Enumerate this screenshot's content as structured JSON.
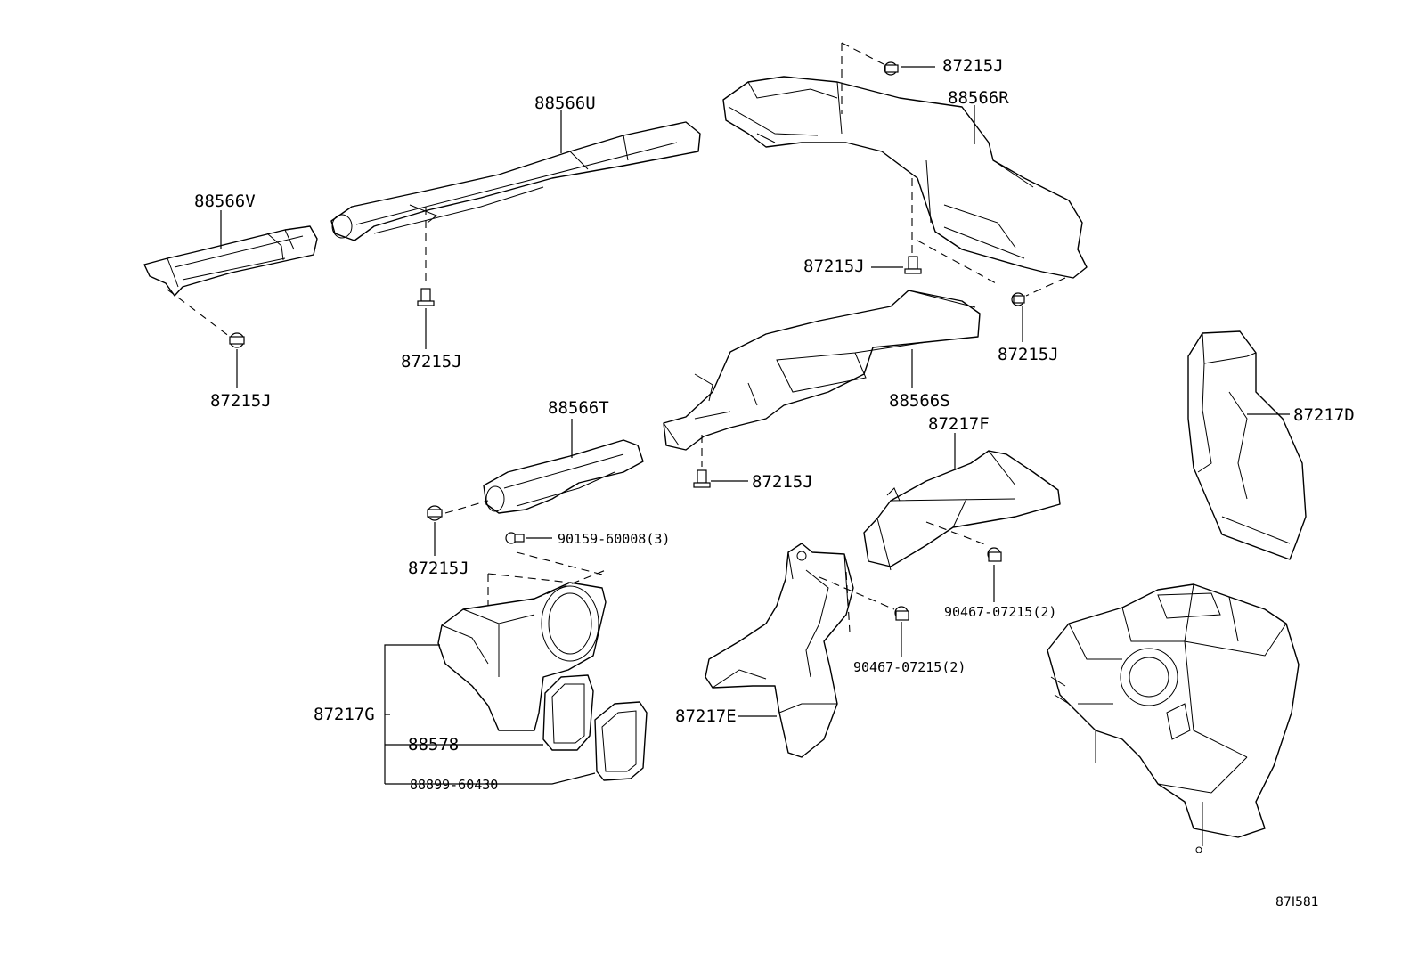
{
  "labels": {
    "p88566U": "88566U",
    "p88566V": "88566V",
    "p88566R": "88566R",
    "p88566S": "88566S",
    "p88566T": "88566T",
    "p87217D": "87217D",
    "p87217F": "87217F",
    "p87217E": "87217E",
    "p87217G": "87217G",
    "p88578": "88578",
    "p88899": "88899-60430",
    "p90159": "90159-60008(3)",
    "p90467a": "90467-07215(2)",
    "p90467b": "90467-07215(2)",
    "clip1": "87215J",
    "clip2": "87215J",
    "clip3": "87215J",
    "clip4": "87215J",
    "clip5": "87215J",
    "clip6": "87215J",
    "clip7": "87215J",
    "figure_code": "87I581"
  }
}
